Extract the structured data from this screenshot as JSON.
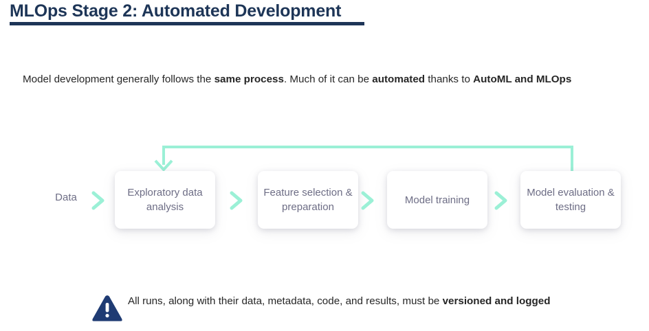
{
  "slide": {
    "title": "MLOps Stage 2: Automated Development",
    "title_color": "#1d3557",
    "accent_color": "#9bf0d6",
    "node_text_color": "#6d6d85"
  },
  "body": {
    "segments": [
      {
        "text": "Model development generally follows the ",
        "bold": false
      },
      {
        "text": "same process",
        "bold": true
      },
      {
        "text": ". Much of it can be ",
        "bold": false
      },
      {
        "text": "automated",
        "bold": true
      },
      {
        "text": " thanks to ",
        "bold": false
      },
      {
        "text": "AutoML and MLOps",
        "bold": true
      }
    ]
  },
  "flow": {
    "source_label": "Data",
    "nodes": [
      {
        "label": "Exploratory data analysis"
      },
      {
        "label": "Feature selection & preparation"
      },
      {
        "label": "Model training"
      },
      {
        "label": "Model evaluation & testing"
      }
    ],
    "chevrons": [
      "chevron-right-icon",
      "chevron-right-icon",
      "chevron-right-icon",
      "chevron-right-icon"
    ],
    "feedback_loop": {
      "icon": "feedback-loop-arrow-icon",
      "from_node": "Model evaluation & testing",
      "to_node": "Exploratory data analysis"
    }
  },
  "note": {
    "icon": "warning-triangle-icon",
    "icon_color": "#1f3b73",
    "segments": [
      {
        "text": "All runs, along with their data, metadata, code, and results, must be ",
        "bold": false
      },
      {
        "text": "versioned and logged",
        "bold": true
      }
    ]
  }
}
